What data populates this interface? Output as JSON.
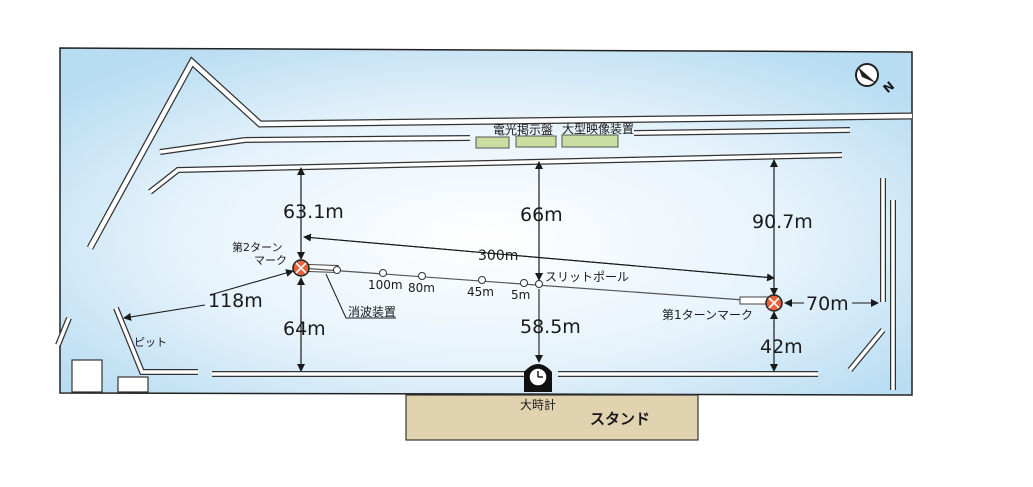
{
  "labels": {
    "board": "電光掲示盤",
    "screen": "大型映像装置",
    "slit_pole": "スリットポール",
    "wave_absorber": "消波装置",
    "turn_mark_2_line1": "第2ターン",
    "turn_mark_2_line2": "マーク",
    "turn_mark_1": "第1ターンマーク",
    "pit": "ピット",
    "clock": "大時計",
    "stand": "スタンド",
    "north": "N"
  },
  "dimensions": {
    "d_63_1": "63.1m",
    "d_66": "66m",
    "d_90_7": "90.7m",
    "d_300": "300m",
    "d_118": "118m",
    "d_64": "64m",
    "d_58_5": "58.5m",
    "d_42": "42m",
    "d_70": "70m"
  },
  "markers": {
    "m100": "100m",
    "m80": "80m",
    "m45": "45m",
    "m5": "5m"
  },
  "colors": {
    "water_edge": "#b8dcf2",
    "water_center": "#ffffff",
    "stand": "#e2d3b0",
    "board": "#c9dea0",
    "turn_mark": "#e8613a"
  }
}
